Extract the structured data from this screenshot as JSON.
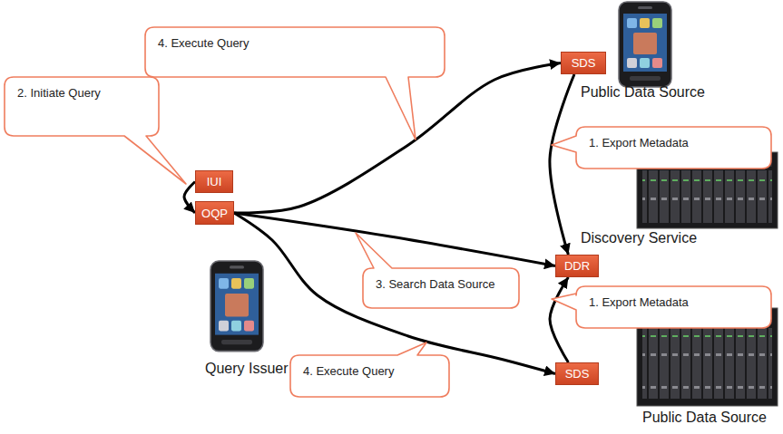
{
  "diagram": {
    "nodes": [
      {
        "text": [
          "4. Execute Query"
        ]
      },
      {
        "text": [
          "SDS"
        ]
      },
      {
        "text": [
          "2. Initiate Query"
        ]
      },
      {
        "text": [
          "1. Export Metadata"
        ]
      },
      {
        "text": [
          "IUI"
        ]
      },
      {
        "text": [
          "OQP"
        ]
      },
      {
        "text": [
          "DDR"
        ]
      },
      {
        "text": [
          "3. Search Data Source"
        ]
      },
      {
        "text": [
          "1. Export Metadata"
        ]
      },
      {
        "text": [
          "4. Execute Query"
        ]
      },
      {
        "text": [
          "SDS"
        ]
      }
    ],
    "edges": [
      {
        "from": 4,
        "to": 5,
        "arrow": "to"
      },
      {
        "from": 5,
        "to": 1,
        "arrow": "to"
      },
      {
        "from": 5,
        "to": 6,
        "arrow": "to"
      },
      {
        "from": 5,
        "to": 10,
        "arrow": "to"
      },
      {
        "from": 1,
        "to": 6,
        "arrow": "to"
      },
      {
        "from": 10,
        "to": 6,
        "arrow": "to"
      }
    ],
    "labels": [
      "Public Data Source",
      "Discovery Service",
      "Query Issuer",
      "Public Data Source"
    ]
  }
}
